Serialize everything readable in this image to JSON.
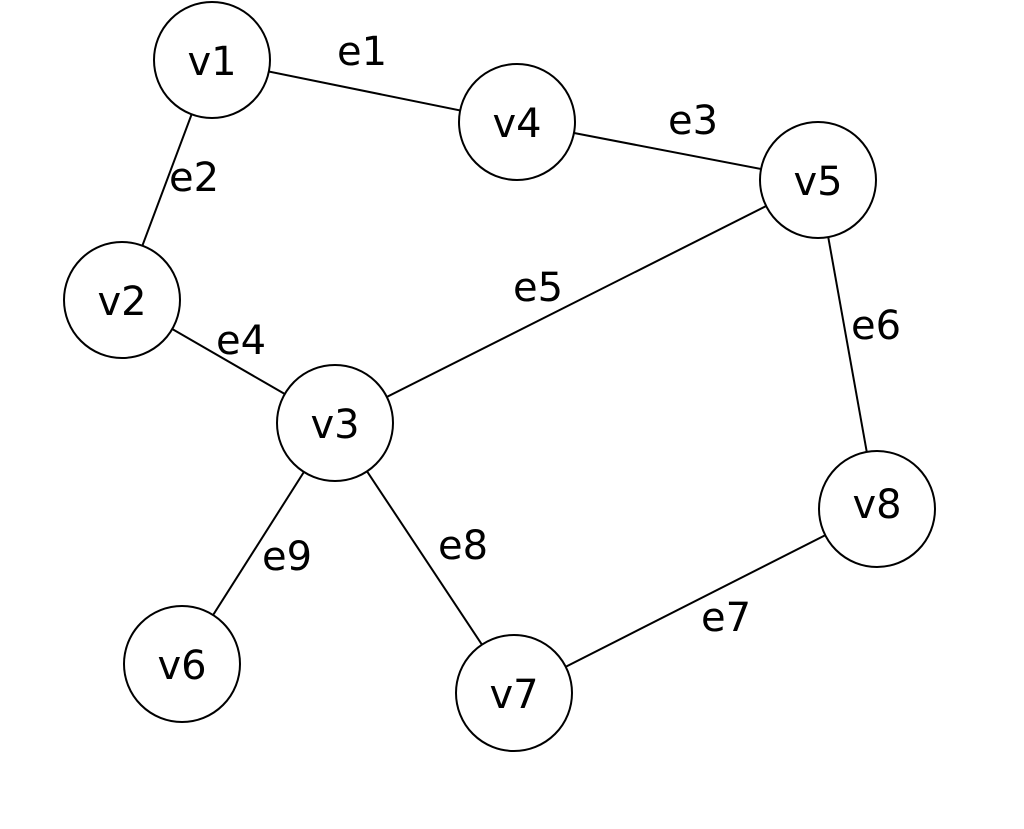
{
  "graph": {
    "nodes": [
      {
        "id": "v1",
        "label": "v1"
      },
      {
        "id": "v2",
        "label": "v2"
      },
      {
        "id": "v3",
        "label": "v3"
      },
      {
        "id": "v4",
        "label": "v4"
      },
      {
        "id": "v5",
        "label": "v5"
      },
      {
        "id": "v6",
        "label": "v6"
      },
      {
        "id": "v7",
        "label": "v7"
      },
      {
        "id": "v8",
        "label": "v8"
      }
    ],
    "edges": [
      {
        "id": "e1",
        "label": "e1",
        "from": "v1",
        "to": "v4"
      },
      {
        "id": "e2",
        "label": "e2",
        "from": "v1",
        "to": "v2"
      },
      {
        "id": "e3",
        "label": "e3",
        "from": "v4",
        "to": "v5"
      },
      {
        "id": "e4",
        "label": "e4",
        "from": "v2",
        "to": "v3"
      },
      {
        "id": "e5",
        "label": "e5",
        "from": "v3",
        "to": "v5"
      },
      {
        "id": "e6",
        "label": "e6",
        "from": "v5",
        "to": "v8"
      },
      {
        "id": "e7",
        "label": "e7",
        "from": "v7",
        "to": "v8"
      },
      {
        "id": "e8",
        "label": "e8",
        "from": "v3",
        "to": "v7"
      },
      {
        "id": "e9",
        "label": "e9",
        "from": "v3",
        "to": "v6"
      }
    ]
  }
}
